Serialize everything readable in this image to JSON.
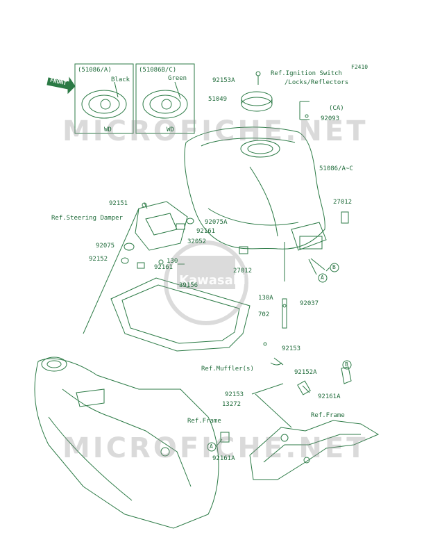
{
  "figure_code": "F2410",
  "front_label": "FRONT",
  "inset_left": {
    "title": "(51086/A)",
    "color": "Black",
    "code": "WD"
  },
  "inset_right": {
    "title": "(51086B/C)",
    "color": "Green",
    "code": "WD"
  },
  "watermark": "MICROFICHE.NET",
  "brand": "Kawasaki",
  "callout_a": "A",
  "callout_b": "B",
  "labels": {
    "l_92153A": "92153A",
    "l_ign": "Ref.Ignition Switch",
    "l_ign2": "/Locks/Reflectors",
    "l_51049": "51049",
    "l_ca": "(CA)",
    "l_92093": "92093",
    "l_51086": "51086/A~C",
    "l_92151": "92151",
    "l_steer": "Ref.Steering Damper",
    "l_92075A": "92075A",
    "l_92161a": "92161",
    "l_32052": "32052",
    "l_27012a": "27012",
    "l_92075": "92075",
    "l_92152": "92152",
    "l_130": "130",
    "l_92161b": "92161",
    "l_27012b": "27012",
    "l_39156": "39156",
    "l_130A": "130A",
    "l_92037": "92037",
    "l_702": "702",
    "l_92153b": "92153",
    "l_muffler": "Ref.Muffler(s)",
    "l_92152A": "92152A",
    "l_92161A_r": "92161A",
    "l_92153c": "92153",
    "l_13272": "13272",
    "l_frame1": "Ref.Frame",
    "l_frame2": "Ref.Frame",
    "l_92161A_b": "92161A"
  },
  "colors": {
    "line": "#2b7a45",
    "text": "#1f6b3a"
  }
}
